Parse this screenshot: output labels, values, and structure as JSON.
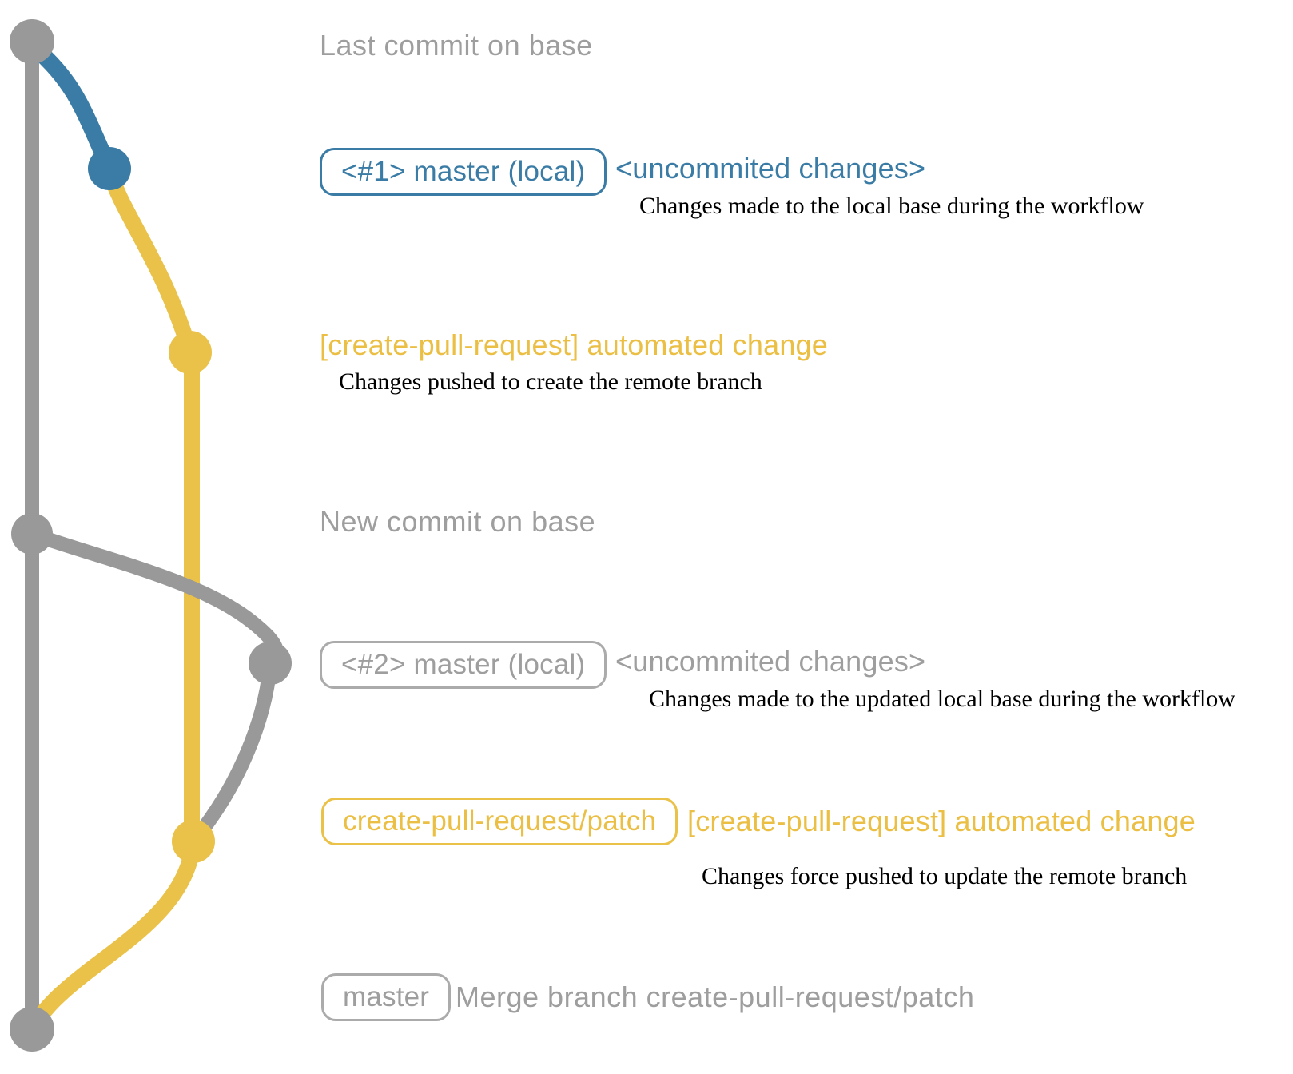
{
  "colors": {
    "gray": "#999999",
    "gray-text": "#9E9E9E",
    "blue": "#3A7CA5",
    "yellow": "#EAC249",
    "yellow-text": "#EBBF44",
    "ink": "#000000",
    "background": "#FFFFFF"
  },
  "rows": {
    "last_base_commit": {
      "message": "Last commit on base"
    },
    "local_commit_1": {
      "badge": "<#1> master (local)",
      "title": "<uncommited changes>",
      "description": "Changes made to the local base during the workflow"
    },
    "remote_commit_1": {
      "title": "[create-pull-request] automated change",
      "description": "Changes pushed to create the remote branch"
    },
    "new_base_commit": {
      "message": "New commit on base"
    },
    "local_commit_2": {
      "badge": "<#2> master (local)",
      "title": "<uncommited changes>",
      "description": "Changes made to the updated local base during the workflow"
    },
    "remote_commit_2": {
      "badge": "create-pull-request/patch",
      "title": "[create-pull-request] automated change",
      "description": "Changes force pushed to update the remote branch"
    },
    "merge_commit": {
      "badge": "master",
      "message": "Merge branch create-pull-request/patch"
    }
  }
}
